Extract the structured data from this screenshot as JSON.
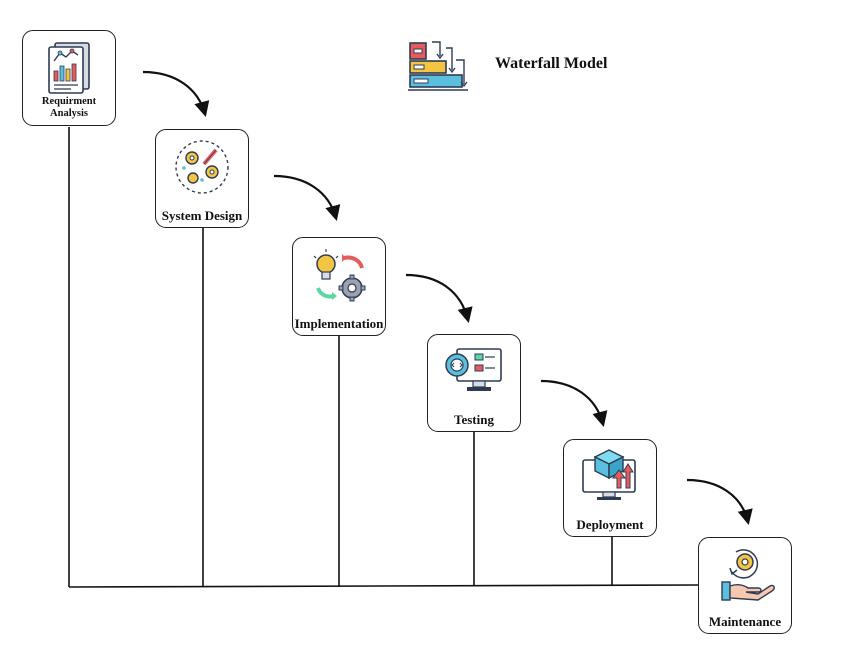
{
  "title": "Waterfall Model",
  "stages": [
    {
      "label": "Requirment Analysis",
      "icon": "report-chart-icon"
    },
    {
      "label": "System Design",
      "icon": "design-gears-icon"
    },
    {
      "label": "Implementation",
      "icon": "idea-gear-cycle-icon"
    },
    {
      "label": "Testing",
      "icon": "code-monitor-icon"
    },
    {
      "label": "Deployment",
      "icon": "cube-upload-monitor-icon"
    },
    {
      "label": "Maintenance",
      "icon": "hand-gear-icon"
    }
  ],
  "title_icon": "waterfall-blocks-icon",
  "colors": {
    "line": "#111111",
    "red": "#e85b5b",
    "yellow": "#f4c542",
    "blue": "#5bc0de",
    "green": "#5ed6a0",
    "navy": "#2f3b55"
  }
}
